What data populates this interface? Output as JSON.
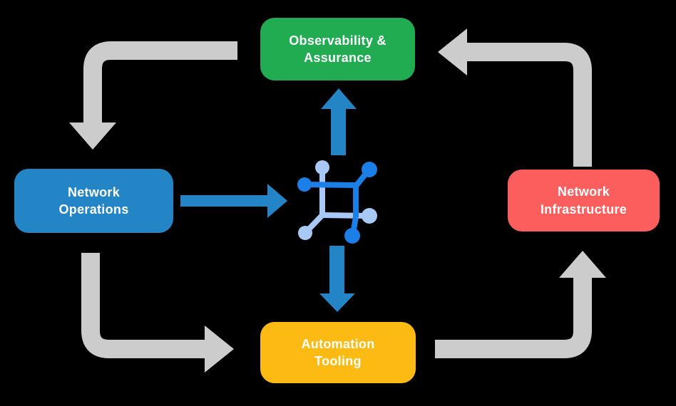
{
  "diagram": {
    "type": "cycle-flow-diagram",
    "background_color": "#000000",
    "nodes": {
      "observability": {
        "label": "Observability &\nAssurance",
        "color": "#22AC52",
        "position": "top-center"
      },
      "operations": {
        "label": "Network\nOperations",
        "color": "#2385C6",
        "position": "middle-left"
      },
      "infrastructure": {
        "label": "Network\nInfrastructure",
        "color": "#FC5E5E",
        "position": "middle-right"
      },
      "automation": {
        "label": "Automation\nTooling",
        "color": "#FDBA12",
        "position": "bottom-center"
      }
    },
    "center_icon": {
      "name": "network-mesh-icon",
      "color_primary": "#1B7FE8",
      "color_secondary": "#A8C9F6"
    },
    "connections": {
      "cycle_color": "#CCCCCC",
      "hub_color": "#2385C6",
      "cycle": [
        {
          "from": "observability",
          "to": "operations"
        },
        {
          "from": "operations",
          "to": "automation"
        },
        {
          "from": "automation",
          "to": "infrastructure"
        },
        {
          "from": "infrastructure",
          "to": "observability"
        }
      ],
      "hub_links": [
        {
          "from": "operations",
          "to": "center-icon"
        },
        {
          "from": "center-icon",
          "to": "observability"
        },
        {
          "from": "center-icon",
          "to": "automation"
        }
      ]
    }
  }
}
